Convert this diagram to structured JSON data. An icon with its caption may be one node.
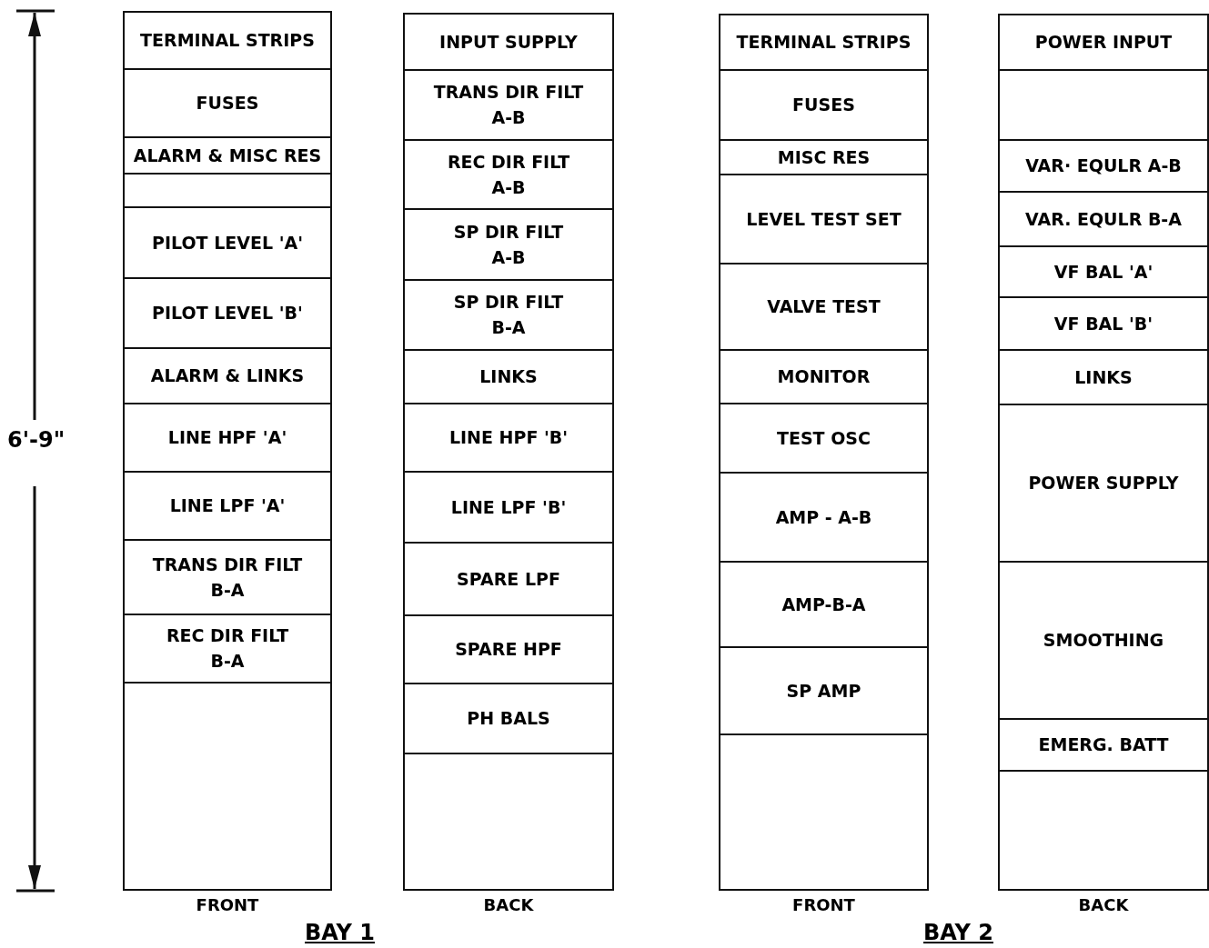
{
  "diagram": {
    "nodes": [
      {
        "text": [],
        "shape": "box",
        "beside": [
          "FRONT"
        ]
      },
      {
        "text": [
          "TERMINAL STRIPS"
        ],
        "in": 0
      },
      {
        "text": [
          "FUSES"
        ],
        "in": 0
      },
      {
        "text": [
          "ALARM & MISC RES"
        ],
        "in": 0
      },
      {
        "text": [],
        "shape": "box",
        "in": 0
      },
      {
        "text": [
          "PILOT LEVEL 'A'"
        ],
        "in": 0
      },
      {
        "text": [
          "PILOT LEVEL 'B'"
        ],
        "in": 0
      },
      {
        "text": [
          "ALARM & LINKS"
        ],
        "in": 0
      },
      {
        "text": [
          "LINE HPF 'A'"
        ],
        "in": 0
      },
      {
        "text": [
          "LINE LPF 'A'"
        ],
        "in": 0
      },
      {
        "text": [
          "TRANS DIR FILT B-A"
        ],
        "in": 0
      },
      {
        "text": [
          "REC DIR FILT B-A"
        ],
        "in": 0
      },
      {
        "text": [],
        "shape": "box",
        "in": 0
      },
      {
        "text": [],
        "shape": "box",
        "beside": [
          "BACK"
        ]
      },
      {
        "text": [
          "INPUT SUPPLY"
        ],
        "in": 13
      },
      {
        "text": [
          "TRANS DIR FILT A-B"
        ],
        "in": 13
      },
      {
        "text": [
          "REC DIR FILT A-B"
        ],
        "in": 13
      },
      {
        "text": [
          "SP DIR FILT A-B"
        ],
        "in": 13
      },
      {
        "text": [
          "SP DIR FILT B-A"
        ],
        "in": 13
      },
      {
        "text": [
          "LINKS"
        ],
        "in": 13
      },
      {
        "text": [
          "LINE HPF 'B'"
        ],
        "in": 13
      },
      {
        "text": [
          "LINE LPF 'B'"
        ],
        "in": 13
      },
      {
        "text": [
          "SPARE LPF"
        ],
        "in": 13
      },
      {
        "text": [
          "SPARE HPF"
        ],
        "in": 13
      },
      {
        "text": [
          "PH BALS"
        ],
        "in": 13
      },
      {
        "text": [],
        "shape": "box",
        "in": 13
      },
      {
        "text": [],
        "shape": "box",
        "beside": [
          "FRONT"
        ]
      },
      {
        "text": [
          "TERMINAL STRIPS"
        ],
        "in": 26
      },
      {
        "text": [
          "FUSES"
        ],
        "in": 26
      },
      {
        "text": [
          "MISC RES"
        ],
        "in": 26
      },
      {
        "text": [
          "LEVEL TEST SET"
        ],
        "in": 26
      },
      {
        "text": [
          "VALVE TEST"
        ],
        "in": 26
      },
      {
        "text": [
          "MONITOR"
        ],
        "in": 26
      },
      {
        "text": [
          "TEST OSC"
        ],
        "in": 26
      },
      {
        "text": [
          "AMP - A-B"
        ],
        "in": 26
      },
      {
        "text": [
          "AMP-B-A"
        ],
        "in": 26
      },
      {
        "text": [
          "SP AMP"
        ],
        "in": 26
      },
      {
        "text": [],
        "shape": "box",
        "in": 26
      },
      {
        "text": [],
        "shape": "box",
        "beside": [
          "BACK"
        ]
      },
      {
        "text": [
          "POWER INPUT"
        ],
        "in": 38
      },
      {
        "text": [],
        "shape": "box",
        "in": 38
      },
      {
        "text": [
          "VAR· EQULR A-B"
        ],
        "in": 38
      },
      {
        "text": [
          "VAR. EQULR B-A"
        ],
        "in": 38
      },
      {
        "text": [
          "VF BAL 'A'"
        ],
        "in": 38
      },
      {
        "text": [
          "VF BAL 'B'"
        ],
        "in": 38
      },
      {
        "text": [
          "LINKS"
        ],
        "in": 38
      },
      {
        "text": [
          "POWER SUPPLY"
        ],
        "in": 38
      },
      {
        "text": [
          "SMOOTHING"
        ],
        "in": 38
      },
      {
        "text": [
          "EMERG. BATT"
        ],
        "in": 38
      },
      {
        "text": [],
        "shape": "box",
        "in": 38
      }
    ],
    "edges": [],
    "labels": [
      "6'-9\"",
      "BAY 1",
      "BAY 2"
    ]
  }
}
